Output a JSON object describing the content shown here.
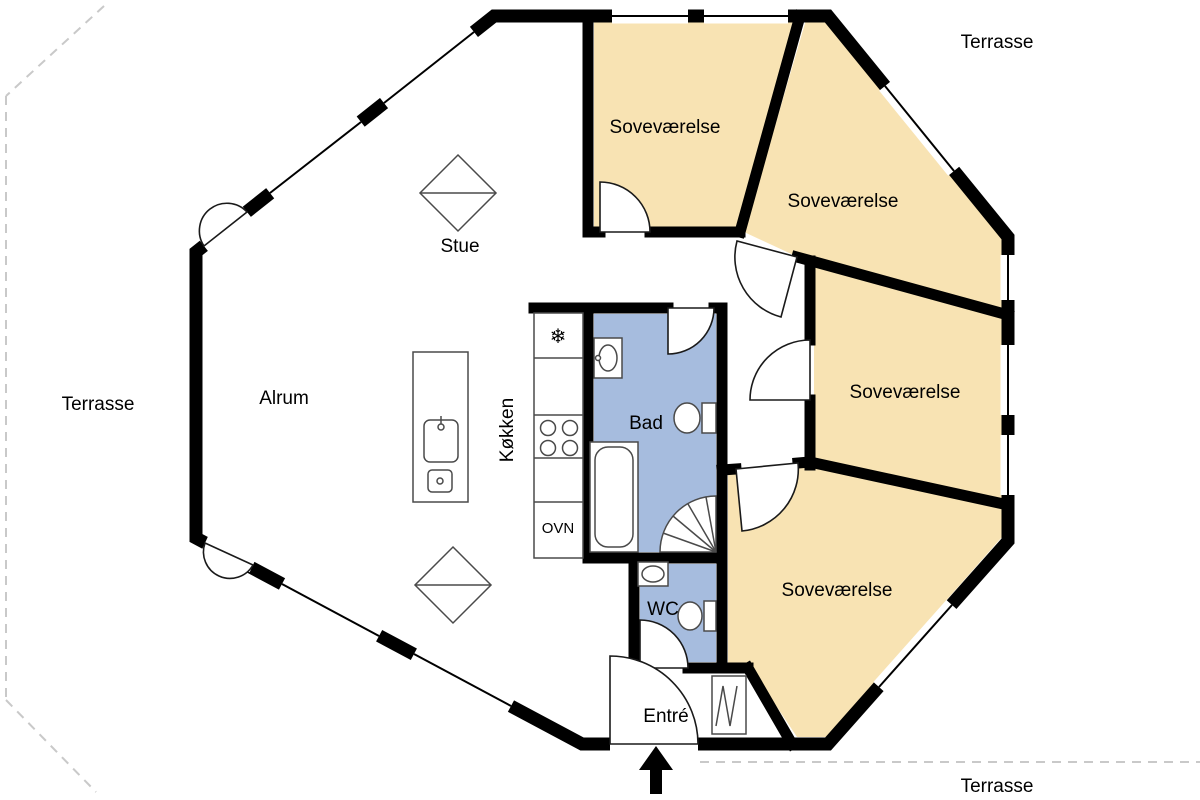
{
  "labels": {
    "terrace_top_right": "Terrasse",
    "terrace_left": "Terrasse",
    "terrace_bottom_right": "Terrasse",
    "bedroom_1": "Soveværelse",
    "bedroom_2": "Soveværelse",
    "bedroom_3": "Soveværelse",
    "bedroom_4": "Soveværelse",
    "living_room": "Stue",
    "family_room": "Alrum",
    "kitchen": "Køkken",
    "bathroom": "Bad",
    "oven": "OVN",
    "wc": "WC",
    "entry": "Entré"
  },
  "icons": {
    "freezer_symbol": "❄"
  },
  "colors": {
    "bedroom_fill": "#F8E3B3",
    "wet_room_fill": "#A6BCDE",
    "wall": "#000000",
    "terrace_dash": "#C9C9C9",
    "fixture_line": "#4a4a4a",
    "background": "#FFFFFF"
  }
}
